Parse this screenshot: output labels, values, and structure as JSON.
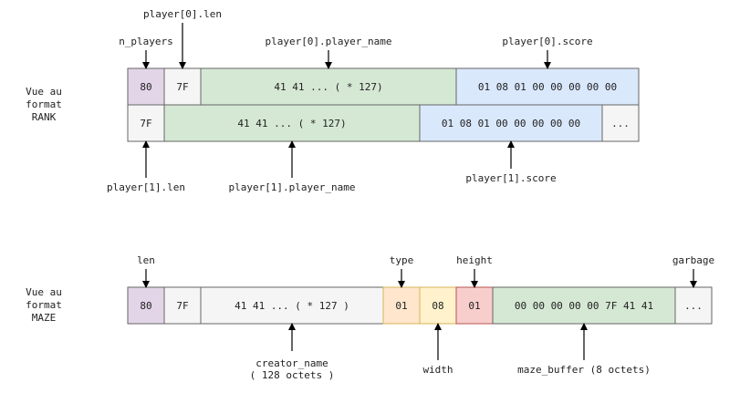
{
  "rank": {
    "view_label": [
      "Vue au",
      "format",
      "RANK"
    ],
    "row1": [
      {
        "text": "80",
        "color": "#e1d5e7"
      },
      {
        "text": "7F",
        "color": "#f5f5f5"
      },
      {
        "text": "41 41 ... ( * 127)",
        "color": "#d5e8d4"
      },
      {
        "text": "01 08 01 00 00 00 00 00",
        "color": "#dae8fc"
      }
    ],
    "row2": [
      {
        "text": "7F",
        "color": "#f5f5f5"
      },
      {
        "text": "41 41 ... ( * 127)",
        "color": "#d5e8d4"
      },
      {
        "text": "01 08 01 00 00 00 00 00",
        "color": "#dae8fc"
      },
      {
        "text": "...",
        "color": "#f5f5f5"
      }
    ],
    "labels": {
      "n_players": "n_players",
      "p0_len": "player[0].len",
      "p0_name": "player[0].player_name",
      "p0_score": "player[0].score",
      "p1_len": "player[1].len",
      "p1_name": "player[1].player_name",
      "p1_score": "player[1].score"
    }
  },
  "maze": {
    "view_label": [
      "Vue au",
      "format",
      "MAZE"
    ],
    "row": [
      {
        "text": "80",
        "color": "#e1d5e7"
      },
      {
        "text": "7F",
        "color": "#f5f5f5"
      },
      {
        "text": "41 41 ... (  * 127 )",
        "color": "#f5f5f5"
      },
      {
        "text": "01",
        "color": "#ffe6cc"
      },
      {
        "text": "08",
        "color": "#fff2cc"
      },
      {
        "text": "01",
        "color": "#f8cecc"
      },
      {
        "text": "00 00 00 00 00 7F 41 41",
        "color": "#d5e8d4"
      },
      {
        "text": "...",
        "color": "#f5f5f5"
      }
    ],
    "labels": {
      "len": "len",
      "type": "type",
      "height": "height",
      "garbage": "garbage",
      "creator_name": [
        "creator_name",
        "( 128 octets )"
      ],
      "width": "width",
      "maze_buffer": "maze_buffer (8 octets)"
    }
  }
}
